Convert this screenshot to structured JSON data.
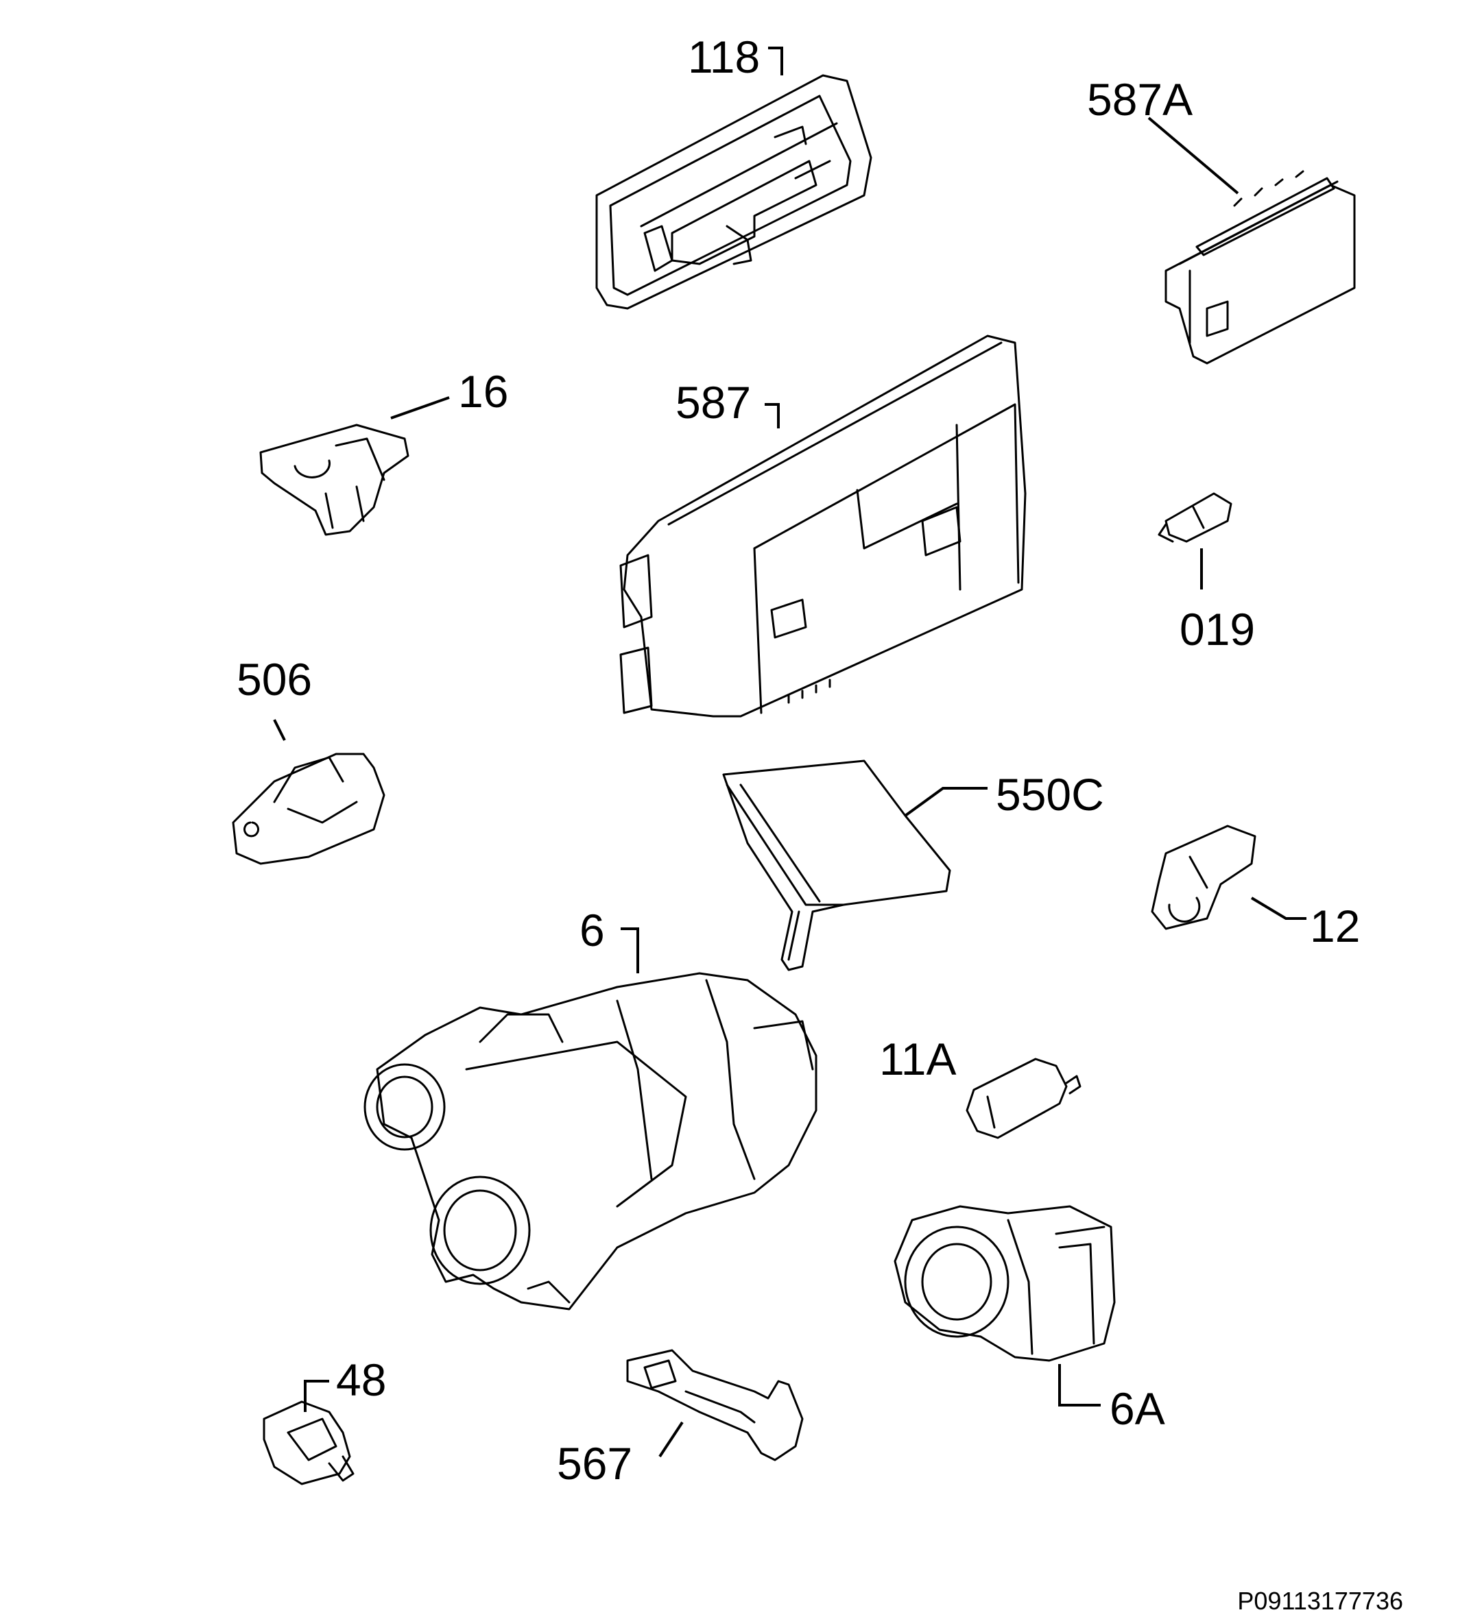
{
  "diagram": {
    "labels": {
      "p118": "118",
      "p587a": "587A",
      "p16": "16",
      "p587": "587",
      "p019": "019",
      "p506": "506",
      "p550c": "550C",
      "p12": "12",
      "p6": "6",
      "p11a": "11A",
      "p48": "48",
      "p567": "567",
      "p6a": "6A"
    },
    "document_ref": "P09113177736"
  }
}
